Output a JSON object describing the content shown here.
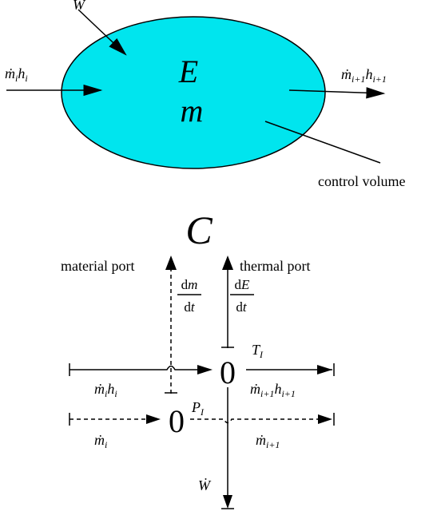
{
  "colors": {
    "volume_fill": "#00e5ee",
    "stroke": "#000000",
    "background": "#ffffff"
  },
  "top_diagram": {
    "work_label": "Ẇ",
    "energy_symbol": "E",
    "mass_symbol": "m",
    "inlet_label": {
      "var": "ṁ",
      "sub": "i",
      "var2": "h",
      "sub2": "i"
    },
    "outlet_label": {
      "var": "ṁ",
      "sub": "i+1",
      "var2": "h",
      "sub2": "i+1"
    },
    "control_volume_label": "control volume"
  },
  "bond_graph": {
    "capacitor_symbol": "C",
    "material_port_label": "material port",
    "thermal_port_label": "thermal port",
    "dm_dt": {
      "num_d": "d",
      "num_var": "m",
      "den": "d",
      "den_var": "t"
    },
    "dE_dt": {
      "num_d": "d",
      "num_var": "E",
      "den": "d",
      "den_var": "t"
    },
    "junction_thermal": "0",
    "junction_pressure": "0",
    "temperature_label": {
      "var": "T",
      "sub": "I"
    },
    "pressure_label": {
      "var": "P",
      "sub": "I"
    },
    "enthalpy_in": {
      "var": "ṁ",
      "sub": "i",
      "var2": "h",
      "sub2": "i"
    },
    "enthalpy_out": {
      "var": "ṁ",
      "sub": "i+1",
      "var2": "h",
      "sub2": "i+1"
    },
    "mass_in": {
      "var": "ṁ",
      "sub": "i"
    },
    "mass_out": {
      "var": "ṁ",
      "sub": "i+1"
    },
    "work_label": "Ẇ"
  }
}
